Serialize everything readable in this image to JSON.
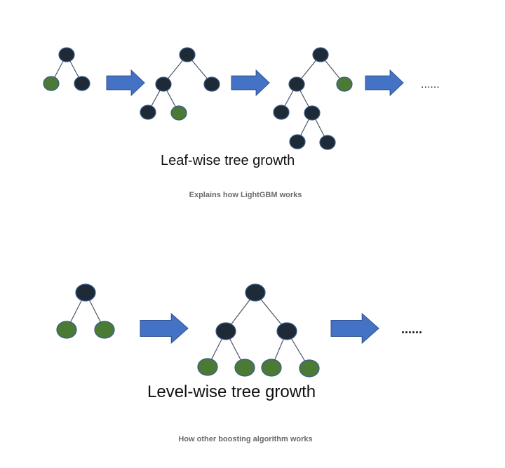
{
  "colors": {
    "split_node": "#1f2a37",
    "leaf_node": "#4a7a34",
    "arrow": "#4472c4",
    "edge": "#4a5565"
  },
  "leaf_wise": {
    "title": "Leaf-wise tree growth",
    "caption": "Explains how LightGBM works",
    "continuation": "......"
  },
  "level_wise": {
    "title": "Level-wise tree growth",
    "caption": "How other boosting algorithm works",
    "continuation": "......"
  }
}
